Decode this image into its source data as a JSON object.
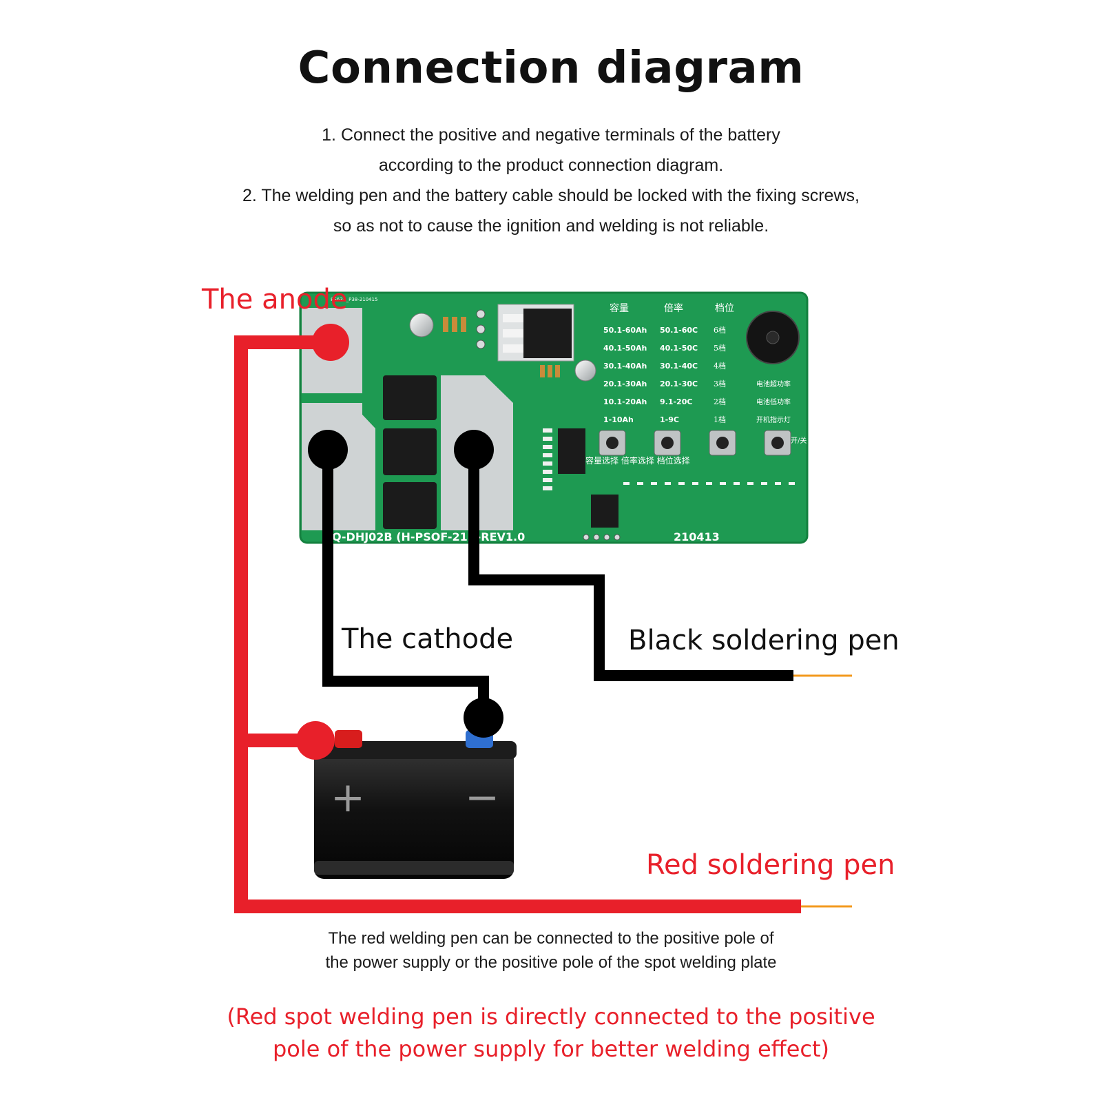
{
  "title": "Connection diagram",
  "instructions": [
    "1. Connect the positive and negative terminals of the battery",
    "according to the product connection diagram.",
    "2. The welding pen and the battery cable should be locked with the fixing screws,",
    "so as not to cause the ignition and welding is not reliable."
  ],
  "labels": {
    "anode": "The anode",
    "cathode": "The cathode",
    "black_pen": "Black soldering pen",
    "red_pen": "Red soldering pen"
  },
  "board": {
    "top_code": "8S63A_P38-210415",
    "model": "Q-DHJ02B (H-PSOF-21) -REV1.0",
    "date": "210413",
    "headers": [
      "容量",
      "倍率",
      "档位"
    ],
    "capacity": [
      "50.1-60Ah",
      "40.1-50Ah",
      "30.1-40Ah",
      "20.1-30Ah",
      "10.1-20Ah",
      "1-10Ah"
    ],
    "rate": [
      "50.1-60C",
      "40.1-50C",
      "30.1-40C",
      "20.1-30C",
      "9.1-20C",
      "1-9C"
    ],
    "gear": [
      "6档",
      "5档",
      "4档",
      "3档",
      "2档",
      "1档"
    ],
    "status": [
      "电池超功率",
      "电池低功率",
      "开机指示灯"
    ],
    "power": "开/关",
    "select": "容量选择 倍率选择 档位选择"
  },
  "footer": [
    "The red welding pen can be connected to the positive pole of",
    "the power supply or the positive pole of the spot welding plate"
  ],
  "note": [
    "(Red spot welding pen is directly connected to the positive",
    "pole of the power supply for better welding effect)"
  ],
  "battery": {
    "plus": "+",
    "minus": "−"
  },
  "colors": {
    "red": "#e8202a",
    "black": "#000000",
    "board_green": "#1e9a52",
    "copper": "#cfd3d4",
    "orange": "#f39a1e"
  }
}
